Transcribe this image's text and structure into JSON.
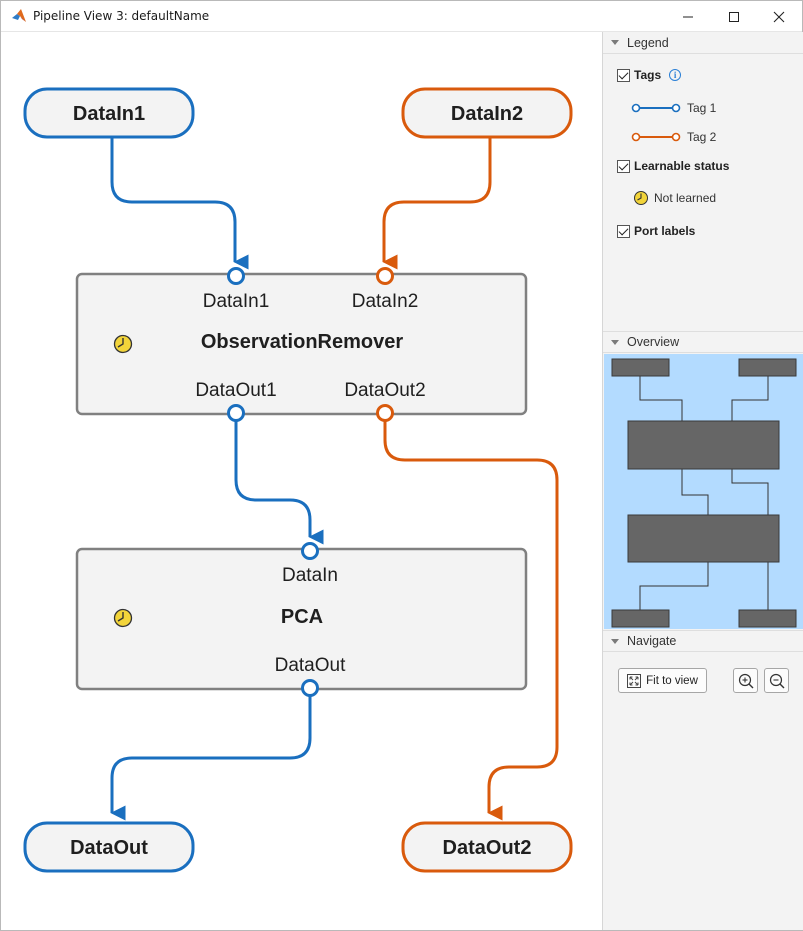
{
  "window": {
    "title": "Pipeline View 3: defaultName"
  },
  "colors": {
    "tag1": "#1a6fbf",
    "tag2": "#d95a0c",
    "node_fill": "#f3f3f3",
    "node_border": "#808080",
    "overview_bg": "#b3dbff",
    "overview_box": "#666666"
  },
  "canvas": {
    "inputs": [
      {
        "label": "DataIn1",
        "tag": "tag1"
      },
      {
        "label": "DataIn2",
        "tag": "tag2"
      }
    ],
    "outputs": [
      {
        "label": "DataOut",
        "tag": "tag1"
      },
      {
        "label": "DataOut2",
        "tag": "tag2"
      }
    ],
    "nodes": [
      {
        "name": "ObservationRemover",
        "in_ports": [
          "DataIn1",
          "DataIn2"
        ],
        "out_ports": [
          "DataOut1",
          "DataOut2"
        ],
        "status_icon": "clock-icon"
      },
      {
        "name": "PCA",
        "in_ports": [
          "DataIn"
        ],
        "out_ports": [
          "DataOut"
        ],
        "status_icon": "clock-icon"
      }
    ]
  },
  "side_panel": {
    "legend": {
      "header": "Legend",
      "tags_label": "Tags",
      "tags": [
        {
          "label": "Tag 1",
          "tag": "tag1"
        },
        {
          "label": "Tag 2",
          "tag": "tag2"
        }
      ],
      "learnable_label": "Learnable status",
      "not_learned_label": "Not learned",
      "port_labels_label": "Port labels"
    },
    "overview": {
      "header": "Overview"
    },
    "navigate": {
      "header": "Navigate",
      "fit_label": "Fit to view"
    }
  }
}
